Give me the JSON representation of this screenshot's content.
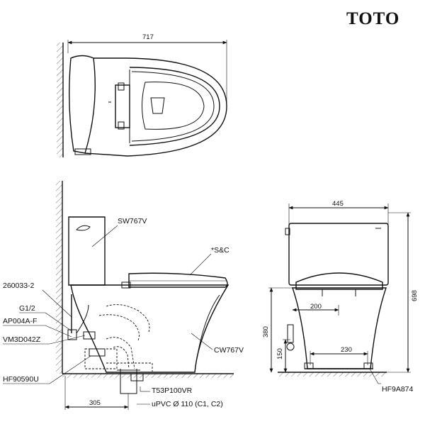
{
  "brand": {
    "logo_text": "TOTO"
  },
  "top_view": {
    "width_dim": "717"
  },
  "side_view": {
    "labels": {
      "tank": "SW767V",
      "seat": "*S&C",
      "bowl": "CW767V",
      "fill_part": "260033-2",
      "thread": "G1/2",
      "angle_valve": "AP004A-F",
      "hose": "VM3D042Z",
      "bolt": "HF90590U",
      "flange": "T53P100VR",
      "pipe": "uPVC Ø 110 (C1, C2)"
    },
    "dims": {
      "rough_in": "305"
    }
  },
  "front_view": {
    "labels": {
      "fixing": "HF9A874"
    },
    "dims": {
      "width": "445",
      "height": "698",
      "supply_height": "380",
      "floor_height": "150",
      "offset_200": "200",
      "offset_230": "230"
    }
  }
}
